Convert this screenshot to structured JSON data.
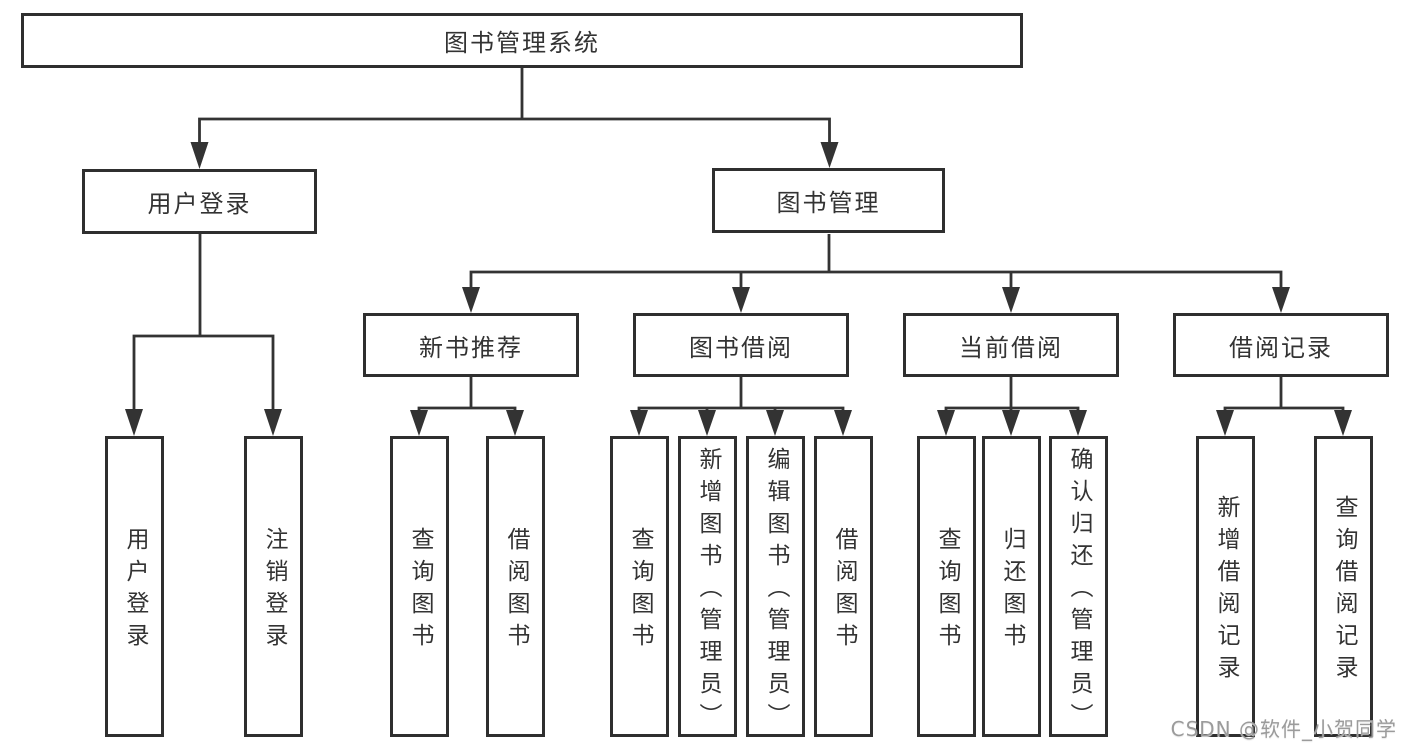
{
  "diagram_title": "图书管理系统",
  "watermark": "CSDN @软件_小贺同学",
  "colors": {
    "line": "#333333",
    "border": "#2f2f2f",
    "text": "#333333",
    "watermark": "#9b9b9b",
    "background": "#ffffff"
  },
  "nodes": {
    "root": {
      "label": "图书管理系统"
    },
    "level1": [
      {
        "label": "用户登录"
      },
      {
        "label": "图书管理"
      }
    ],
    "level2": [
      {
        "label": "新书推荐"
      },
      {
        "label": "图书借阅"
      },
      {
        "label": "当前借阅"
      },
      {
        "label": "借阅记录"
      }
    ],
    "leaves": {
      "user_login": [
        "用户登录",
        "注销登录"
      ],
      "new_book": [
        "查询图书",
        "借阅图书"
      ],
      "book_borrow": [
        "查询图书",
        "新增图书（管理员）",
        "编辑图书（管理员）",
        "借阅图书"
      ],
      "current_borrow": [
        "查询图书",
        "归还图书",
        "确认归还（管理员）"
      ],
      "borrow_record": [
        "新增借阅记录",
        "查询借阅记录"
      ]
    }
  }
}
